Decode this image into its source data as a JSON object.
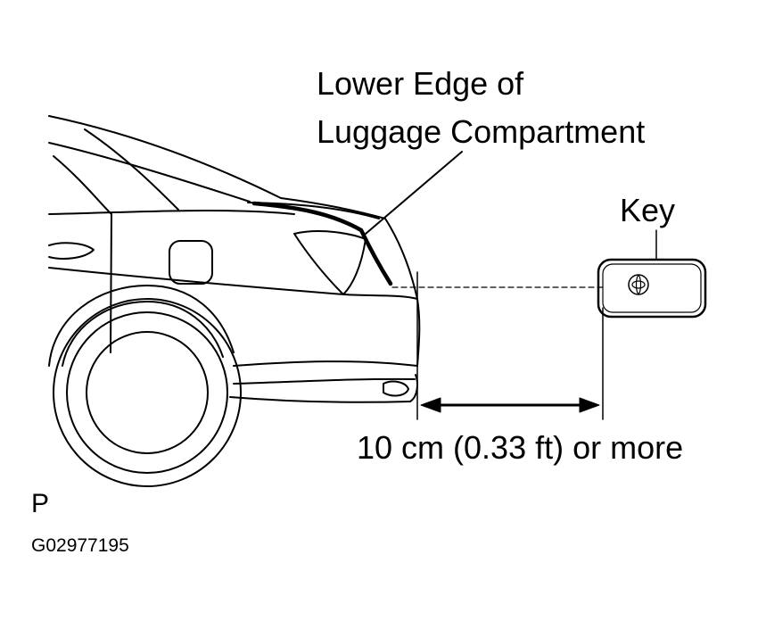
{
  "labels": {
    "edge_line1": "Lower Edge of",
    "edge_line2": "Luggage Compartment",
    "key": "Key",
    "distance": "10 cm (0.33 ft) or more",
    "view_letter": "P",
    "figure_code": "G02977195"
  },
  "colors": {
    "line": "#000000",
    "background": "#ffffff"
  },
  "icons": {
    "key_emblem": "toyota-emblem-icon",
    "arrow": "double-headed-arrow-icon"
  }
}
